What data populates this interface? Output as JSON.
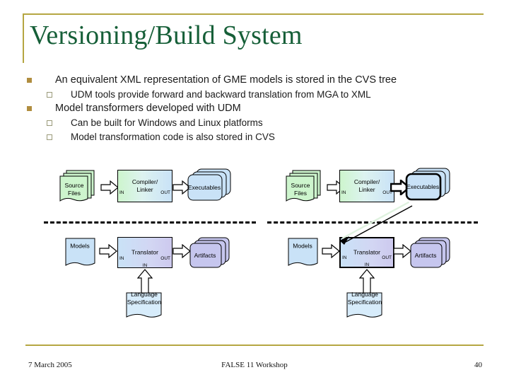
{
  "slide": {
    "title": "Versioning/Build System",
    "accent_color": "#b5a642",
    "title_color": "#165f38"
  },
  "bullets": [
    {
      "level": 1,
      "text": "An equivalent XML representation of GME models is stored in the CVS tree"
    },
    {
      "level": 2,
      "text": "UDM tools provide forward and backward translation from MGA to XML"
    },
    {
      "level": 1,
      "text": "Model transformers developed with UDM"
    },
    {
      "level": 2,
      "text": "Can be built for Windows and Linux platforms"
    },
    {
      "level": 2,
      "text": "Model transformation code is also stored in CVS"
    }
  ],
  "diagram": {
    "colors": {
      "green": "#cdf5cd",
      "blue": "#c9e2f7",
      "lavender": "#c6c6ee",
      "outline": "#000000"
    },
    "left_group": {
      "build_row": {
        "source": "Source\nFiles",
        "source_line1": "Source",
        "source_line2": "Files",
        "process": "Compiler/",
        "process_line2": "Linker",
        "port_in": "IN",
        "port_out": "OUT",
        "output": "Executables"
      },
      "transform_row": {
        "input": "Models",
        "process": "Translator",
        "port_in": "IN",
        "port_out": "OUT",
        "port_bottom": "IN",
        "output": "Artifacts",
        "spec_line1": "Language",
        "spec_line2": "Specification"
      }
    },
    "right_group": {
      "build_row": {
        "source_line1": "Source",
        "source_line2": "Files",
        "process": "Compiler/",
        "process_line2": "Linker",
        "port_in": "IN",
        "port_out": "OUT",
        "output": "Executables"
      },
      "transform_row": {
        "input": "Models",
        "process": "Translator",
        "port_in": "IN",
        "port_out": "OUT",
        "port_bottom": "IN",
        "output": "Artifacts",
        "spec_line1": "Language",
        "spec_line2": "Specification"
      }
    }
  },
  "footer": {
    "date": "7 March 2005",
    "event": "FALSE 11 Workshop",
    "page_number": "40"
  }
}
